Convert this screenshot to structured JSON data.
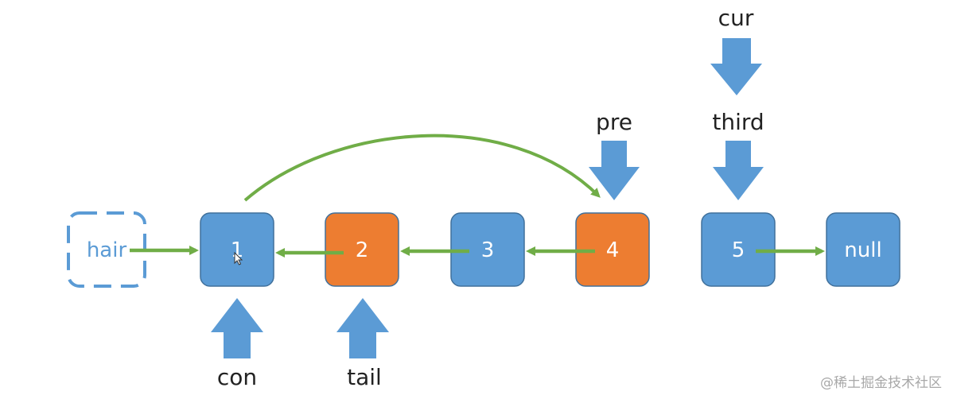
{
  "colors": {
    "node_blue": "#5b9bd5",
    "node_orange": "#ed7d31",
    "node_border": "#41719c",
    "arrow_green": "#70ad47",
    "pointer_blue": "#5b9bd5",
    "text_dark": "#222222"
  },
  "nodes": {
    "hair": "hair",
    "n1": "1",
    "n2": "2",
    "n3": "3",
    "n4": "4",
    "n5": "5",
    "null": "null"
  },
  "pointers": {
    "cur": "cur",
    "pre": "pre",
    "third": "third",
    "con": "con",
    "tail": "tail"
  },
  "icons": {
    "cursor": "mouse-cursor-icon"
  },
  "watermark": "@稀土掘金技术社区"
}
